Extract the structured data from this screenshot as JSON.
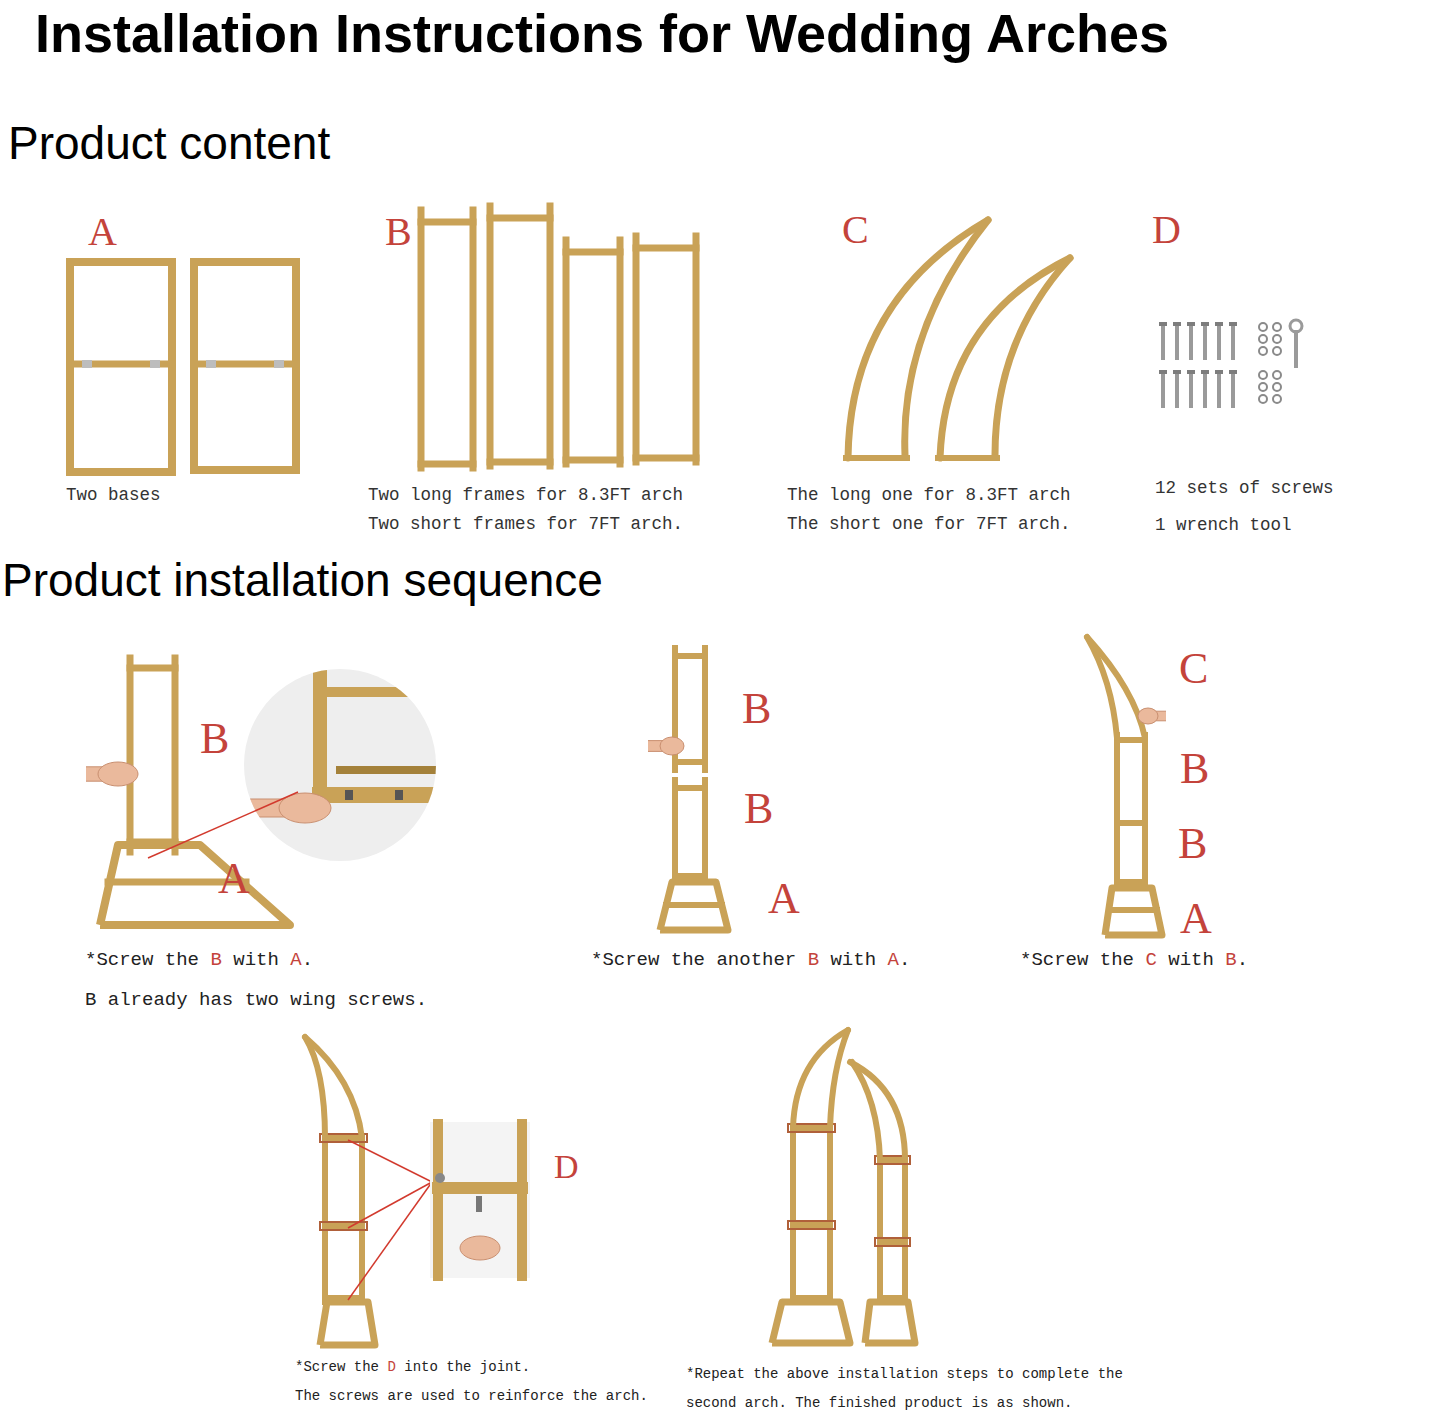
{
  "diagram": {
    "title": "Installation Instructions for Wedding Arches",
    "labels": [
      "Product content",
      "A",
      "B",
      "C",
      "D",
      "Two bases",
      "Two long frames for 8.3FT arch",
      "Two short frames for 7FT arch.",
      "The long one for 8.3FT arch",
      "The short one for 7FT arch.",
      "12 sets of screws",
      "1 wrench tool",
      "Product installation sequence",
      "B",
      "A",
      "*Screw the B with A.",
      "B already has two wing screws.",
      "B",
      "B",
      "A",
      "*Screw the another B with A.",
      "C",
      "B",
      "B",
      "A",
      "*Screw the C with B.",
      "D",
      "*Screw the D into the joint.",
      "The screws are used to reinforce the arch.",
      "*Repeat the above installation steps to complete the second arch. The finished product is as shown."
    ]
  }
}
